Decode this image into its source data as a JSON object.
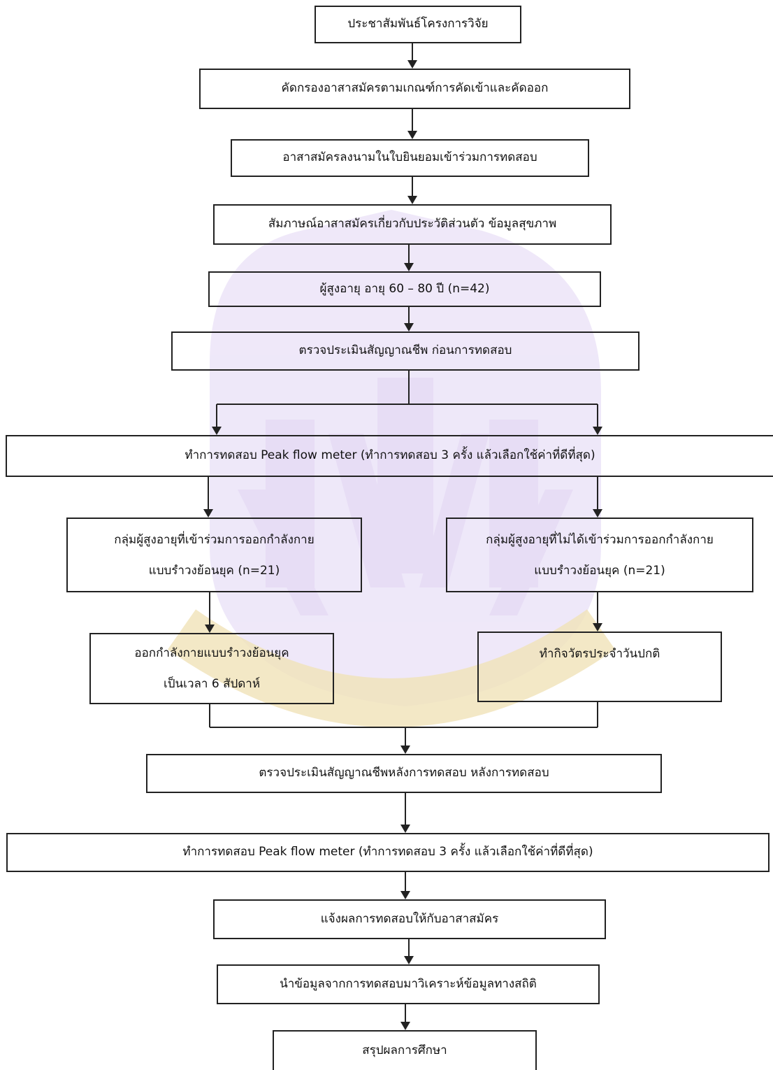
{
  "nodes": {
    "n1": "ประชาสัมพันธ์โครงการวิจัย",
    "n2": "คัดกรองอาสาสมัครตามเกณฑ์การคัดเข้าและคัดออก",
    "n3": "อาสาสมัครลงนามในใบยินยอมเข้าร่วมการทดสอบ",
    "n4": "สัมภาษณ์อาสาสมัครเกี่ยวกับประวัติส่วนตัว ข้อมูลสุขภาพ",
    "n5": "ผู้สูงอายุ อายุ 60 – 80 ปี (n=42)",
    "n6": "ตรวจประเมินสัญญาณชีพ ก่อนการทดสอบ",
    "n7": "ทำการทดสอบ Peak flow meter  (ทำการทดสอบ 3 ครั้ง แล้วเลือกใช้ค่าที่ดีที่สุด)",
    "n8a": "กลุ่มผู้สูงอายุที่เข้าร่วมการออกกำลังกาย",
    "n8b": "แบบรำวงย้อนยุค (n=21)",
    "n9a": "กลุ่มผู้สูงอายุที่ไม่ได้เข้าร่วมการออกกำลังกาย",
    "n9b": "แบบรำวงย้อนยุค (n=21)",
    "n10a": "ออกกำลังกายแบบรำวงย้อนยุค",
    "n10b": "เป็นเวลา 6 สัปดาห์",
    "n11": "ทำกิจวัตรประจำวันปกติ",
    "n12": "ตรวจประเมินสัญญาณชีพหลังการทดสอบ หลังการทดสอบ",
    "n13": "ทำการทดสอบ Peak flow meter (ทำการทดสอบ 3 ครั้ง แล้วเลือกใช้ค่าที่ดีที่สุด)",
    "n14": "แจ้งผลการทดสอบให้กับอาสาสมัคร",
    "n15": "นำข้อมูลจากการทดสอบมาวิเคราะห์ข้อมูลทางสถิติ",
    "n16": "สรุปผลการศึกษา"
  },
  "colors": {
    "line": "#222222",
    "watermark_purple": "#d9cdf0",
    "watermark_gold": "#ecdcae"
  }
}
